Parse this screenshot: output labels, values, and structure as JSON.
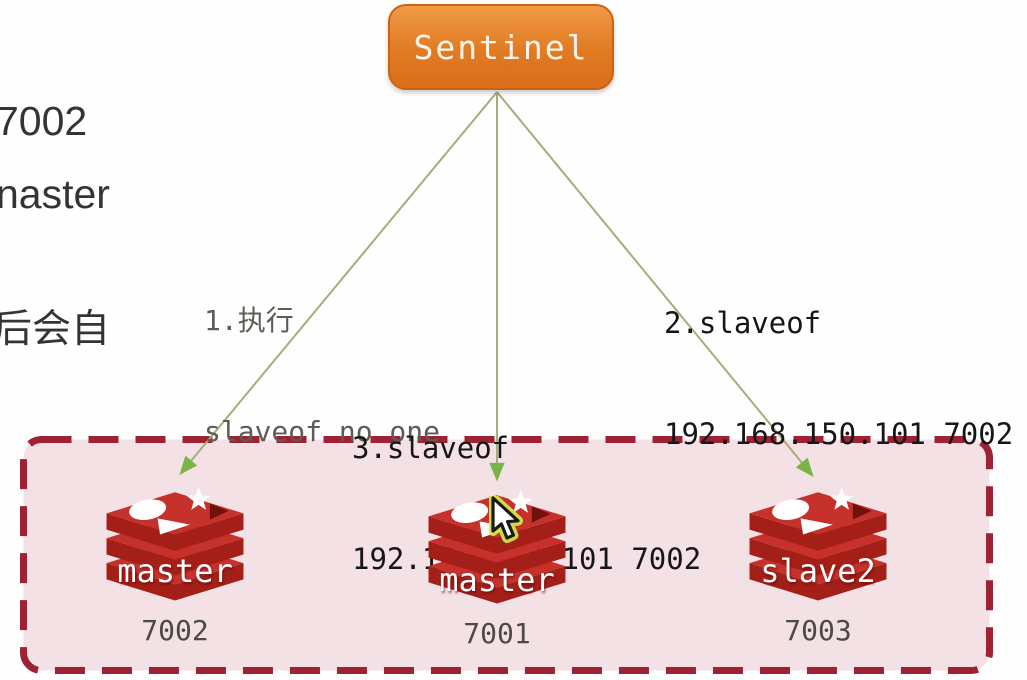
{
  "background_text": {
    "value1": "7002",
    "value2": "naster",
    "value3": "后会自"
  },
  "sentinel": {
    "label": "Sentinel"
  },
  "arrow_labels": [
    {
      "line1": "1.执行",
      "line2": "slaveof no one"
    },
    {
      "line1": "2.slaveof",
      "line2": "192.168.150.101 7002"
    },
    {
      "line1": "3.slaveof",
      "line2": "192.168.150.101 7002"
    }
  ],
  "cluster": {
    "nodes": [
      {
        "role": "master",
        "port": "7002"
      },
      {
        "role": "master",
        "port": "7001"
      },
      {
        "role": "slave2",
        "port": "7003"
      }
    ]
  },
  "colors": {
    "sentinel_orange": "#e17b23",
    "arrow_line": "#a6ad7c",
    "arrow_head": "#79b445",
    "cluster_border": "#9e2134",
    "cluster_fill": "#f3e1e6",
    "redis_red": "#c6312b",
    "redis_dark_red": "#a31f17",
    "label_gray": "#5d5d55",
    "label_black": "#161616"
  }
}
